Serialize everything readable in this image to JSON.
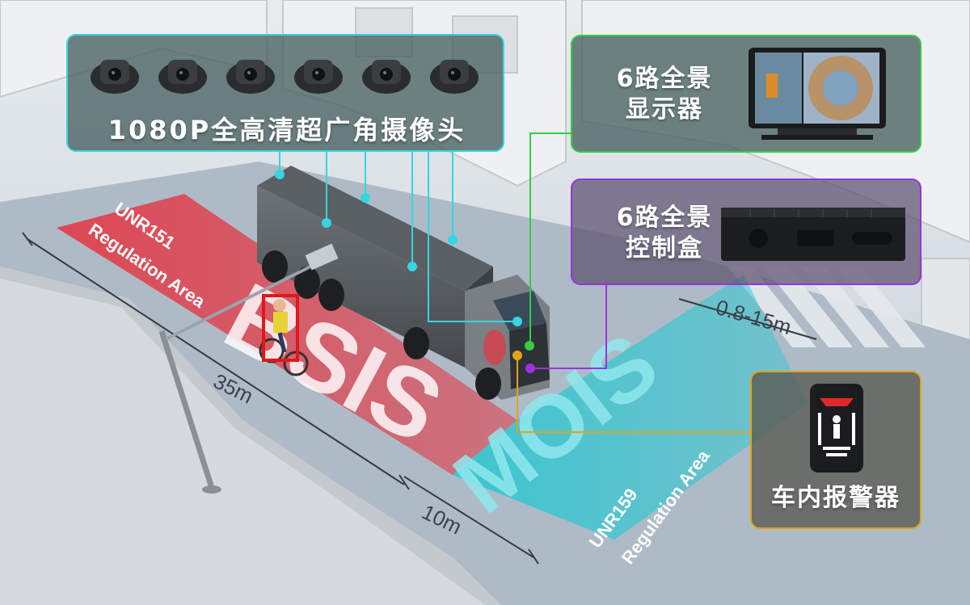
{
  "cameras": {
    "title": "1080P全高清超广角摄像头",
    "count_shown": 6
  },
  "display": {
    "line1": "6路全景",
    "line2": "显示器"
  },
  "control_box": {
    "line1": "6路全景",
    "line2": "控制盒"
  },
  "alarm": {
    "title": "车内报警器"
  },
  "regions": {
    "bsis": {
      "text": "BSIS",
      "label_line1": "UNR151",
      "label_line2": "Regulation Area"
    },
    "mois": {
      "text": "MOIS",
      "label_line1": "UNR159",
      "label_line2": "Regulation Area"
    }
  },
  "dimensions": {
    "length_bsis": "35m",
    "length_mois": "10m",
    "width": "0.8-15m"
  },
  "colors": {
    "camera_line": "#35d6e0",
    "display_line": "#33cc44",
    "control_line": "#9a33dd",
    "alarm_line": "#e0a41a",
    "bsis_zone": "#e23a46",
    "mois_zone": "#2fc7d0",
    "cyclist_box": "#e01818"
  }
}
